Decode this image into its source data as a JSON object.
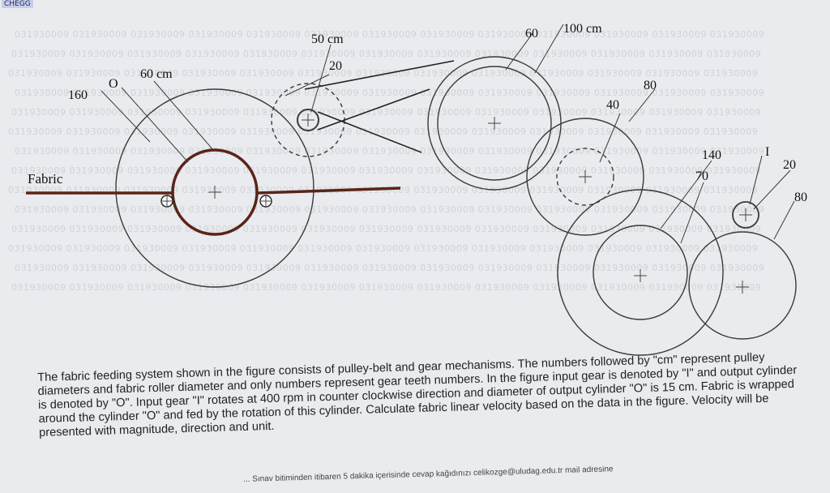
{
  "corner_tag": "CHEGG",
  "watermark_text": "031930009",
  "labels": {
    "fabric": "Fabric",
    "diameter_60cm": "60 cm",
    "diameter_50cm": "50 cm",
    "diameter_100cm": "100 cm",
    "output_O": "O",
    "input_I": "I",
    "teeth_160": "160",
    "teeth_20_upper": "20",
    "teeth_60": "60",
    "teeth_80_upper": "80",
    "teeth_40": "40",
    "teeth_140": "140",
    "teeth_70": "70",
    "teeth_20_right": "20",
    "teeth_80_lower": "80"
  },
  "problem_text": "The fabric feeding system shown in the figure consists of pulley-belt and gear mechanisms. The numbers followed by \"cm\" represent pulley diameters and fabric roller diameter and only numbers represent gear teeth numbers. In the figure input gear is denoted by \"I\" and output cylinder is denoted by \"O\". Input gear \"I\" rotates at 400 rpm in counter clockwise direction and diameter of output cylinder \"O\" is 15 cm. Fabric is wrapped around the cylinder \"O\" and fed by the rotation of this cylinder. Calculate fabric linear velocity based on the data in the figure. Velocity will be presented with magnitude, direction and unit.",
  "footer_text": "... Sınav bitiminden itibaren 5 dakika içerisinde cevap kağıdınızı celikozge@uludag.edu.tr mail adresine"
}
